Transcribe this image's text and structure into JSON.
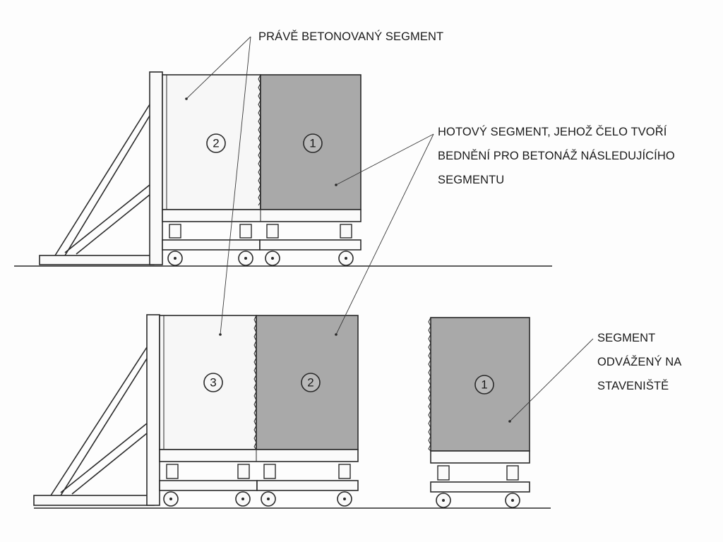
{
  "labels": {
    "concreted_now": "PRÁVĚ BETONOVANÝ SEGMENT",
    "finished_line1": "HOTOVÝ SEGMENT, JEHOŽ ČELO TVOŘÍ",
    "finished_line2": "BEDNĚNÍ PRO BETONÁŽ NÁSLEDUJÍCÍHO",
    "finished_line3": "SEGMENTU",
    "moved_line1": "SEGMENT",
    "moved_line2": "ODVÁŽENÝ NA",
    "moved_line3": "STAVENIŠTĚ"
  },
  "segments": {
    "top_new": "2",
    "top_done": "1",
    "bottom_new": "3",
    "bottom_done": "2",
    "bottom_moved": "1"
  },
  "colors": {
    "finished_segment_fill": "#a9a9a9",
    "fresh_segment_fill": "#f7f7f7",
    "line": "#2a2a2a"
  }
}
